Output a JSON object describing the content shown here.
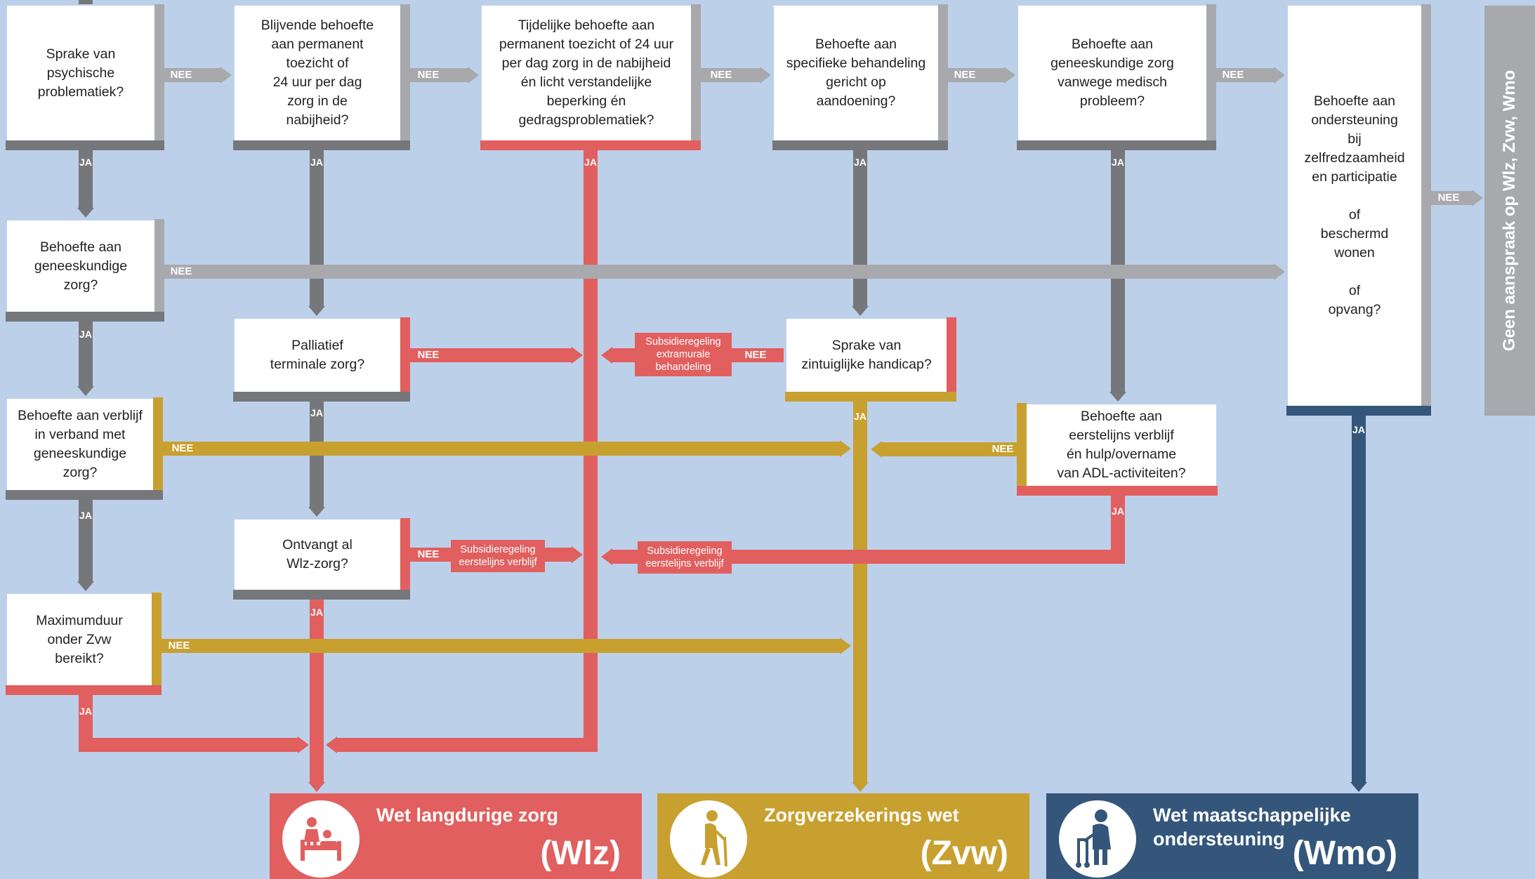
{
  "colors": {
    "background": "#bdd0ea",
    "gray_dark": "#76777b",
    "gray_light": "#a8a9ad",
    "wlz_red": "#e15f5f",
    "zvw_gold": "#c8a030",
    "wmo_blue": "#34567a"
  },
  "questions": {
    "psychisch": "Sprake van\npsychische\nproblematiek?",
    "blijvend": "Blijvende behoefte\naan permanent\ntoezicht of\n24 uur per dag\nzorg in de\nnabijheid?",
    "tijdelijk": "Tijdelijke behoefte aan\npermanent toezicht of 24 uur\nper dag zorg in de nabijheid\nén licht verstandelijke\nbeperking én\ngedragsproblematiek?",
    "specifiek": "Behoefte aan\nspecifieke behandeling\ngericht op\naandoening?",
    "medisch": "Behoefte aan\ngeneeskundige zorg\nvanwege medisch\nprobleem?",
    "zelfred": "Behoefte aan\nondersteuning\nbij\nzelfredzaamheid\nen participatie\n\nof\nbeschermd\nwonen\n\nof\nopvang?",
    "geneeskundig": "Behoefte aan\ngeneeskundige\nzorg?",
    "palliatief": "Palliatief\nterminale zorg?",
    "zintuig": "Sprake van\nzintuiglijke handicap?",
    "verblijf": "Behoefte aan verblijf\nin verband met\ngeneeskundige\nzorg?",
    "eerstelijns": "Behoefte aan\neerstelijns verblijf\nén hulp/overname\nvan ADL-activiteiten?",
    "ontvangt": "Ontvangt al\nWlz-zorg?",
    "maximum": "Maximumduur\nonder Zvw\nbereikt?"
  },
  "labels": {
    "nee": "NEE",
    "ja": "JA"
  },
  "subsidies": {
    "extramurale": "Subsidieregeling\nextramurale\nbehandeling",
    "eerstelijns_left": "Subsidieregeling\neerstelijns verblijf",
    "eerstelijns_right": "Subsidieregeling\neerstelijns verblijf"
  },
  "geen_aanspraak": "Geen aanspraak op Wlz, Zvw, Wmo",
  "outcomes": {
    "wlz": {
      "line1": "Wet langdurige zorg",
      "line2": "",
      "abbr": "(Wlz)",
      "icon": "person-at-bed-icon"
    },
    "zvw": {
      "line1": "Zorgverzekerings wet",
      "line2": "",
      "abbr": "(Zvw)",
      "icon": "elderly-with-cane-icon"
    },
    "wmo": {
      "line1": "Wet maatschappelijke",
      "line2": "ondersteuning",
      "abbr": "(Wmo)",
      "icon": "person-with-walker-icon"
    }
  }
}
